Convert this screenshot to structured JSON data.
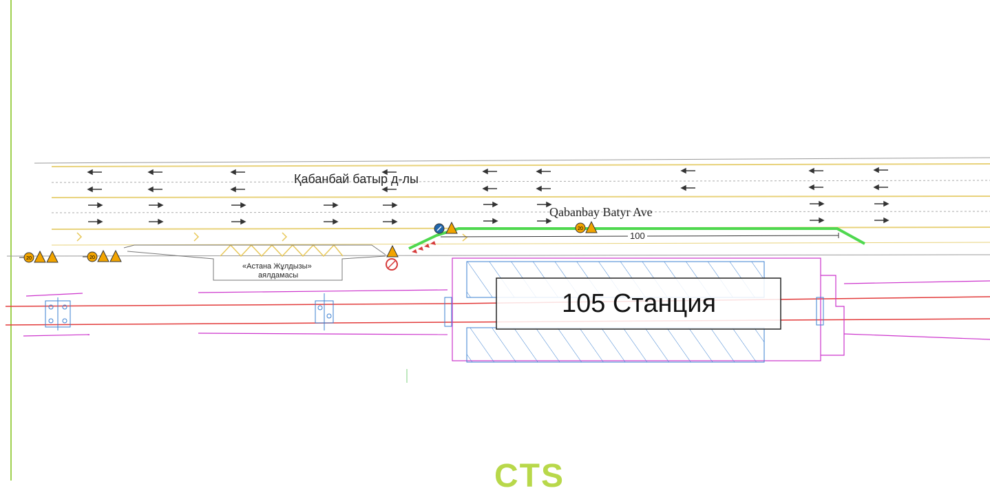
{
  "labels": {
    "street_kz": "Қабанбай батыр д-лы",
    "street_en": "Qabanbay Batyr Ave",
    "distance": "100",
    "bus_stop_line1": "«Астана Жұлдызы»",
    "bus_stop_line2": "аялдамасы",
    "station": "105 Станция",
    "brand": "CTS"
  },
  "signs": {
    "speed_limit": "20"
  },
  "colors": {
    "lane_yellow": "#e8d27a",
    "detour_green": "#4fd84f",
    "rail_red": "#e23a3a",
    "outline_magenta": "#cc33cc",
    "hatch_blue": "#3a7fd0",
    "sign_orange": "#f2a400",
    "brand_green": "#b8d84a"
  },
  "icons": [
    "left-arrow-icon",
    "right-arrow-icon",
    "warning-sign-icon",
    "speed-limit-sign-icon",
    "no-entry-sign-icon",
    "keep-left-sign-icon",
    "chevron-barrier-icon",
    "crossing-icon"
  ]
}
